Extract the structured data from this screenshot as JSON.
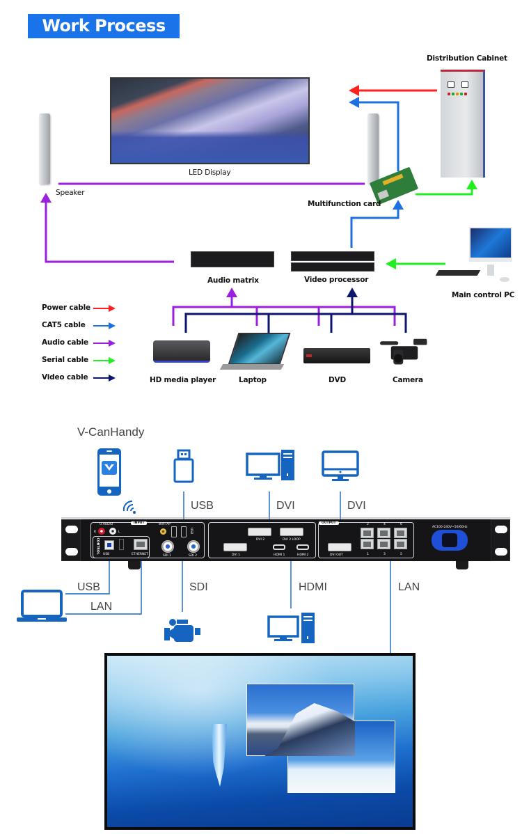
{
  "header": {
    "title": "Work Process"
  },
  "work_process": {
    "nodes": {
      "led_display": "LED Display",
      "speaker": "Speaker",
      "distribution_cabinet": "Distribution Cabinet",
      "multifunction_card": "Multifunction card",
      "audio_matrix": "Audio matrix",
      "video_processor": "Video processor",
      "main_control_pc": "Main control PC",
      "hd_media_player": "HD media player",
      "laptop": "Laptop",
      "dvd": "DVD",
      "camera": "Camera"
    },
    "legend": [
      {
        "label": "Power cable",
        "color": "#ff2020"
      },
      {
        "label": "CAT5 cable",
        "color": "#1e6fe0"
      },
      {
        "label": "Audio cable",
        "color": "#9b1fe0"
      },
      {
        "label": "Serial cable",
        "color": "#22ee22"
      },
      {
        "label": "Video cable",
        "color": "#0c1670"
      }
    ]
  },
  "connection_diagram": {
    "app_label": "V-CanHandy",
    "top_inputs": [
      {
        "icon": "usb-drive-icon",
        "label": "USB"
      },
      {
        "icon": "desktop-pc-icon",
        "label": "DVI"
      },
      {
        "icon": "monitor-icon",
        "label": "DVI"
      }
    ],
    "bottom_connections": [
      {
        "icon": "laptop-icon",
        "labels": [
          "USB",
          "LAN"
        ]
      },
      {
        "icon": "video-camera-icon",
        "label": "SDI"
      },
      {
        "icon": "desktop-pc-icon",
        "label": "HDMI"
      },
      {
        "icon": "led-screen",
        "label": "LAN"
      }
    ],
    "device_panel": {
      "sections": {
        "input": "INPUT",
        "control": "CONTROL",
        "output": "OUTPUT"
      },
      "port_labels": {
        "u_audio": "U AUDIO",
        "audio_r": "R",
        "audio_l": "L",
        "wifi_ap": "WIFI AP",
        "usb_vertical": "USB",
        "usb_control": "USB",
        "ethernet": "ETHERNET",
        "sdi1": "SDI 1",
        "sdi2": "SDI 2",
        "dvi1": "DVI 1",
        "dvi2": "DVI 2",
        "dvi2_loop": "DVI 2 LOOP",
        "hdmi1": "HDMI 1",
        "hdmi2": "HDMI 2",
        "dvi_out": "DVI OUT",
        "lan_top": [
          "2",
          "4",
          "6"
        ],
        "lan_bottom": [
          "1",
          "3",
          "5"
        ],
        "power": "AC100-240V~50/60Hz"
      }
    }
  },
  "colors": {
    "accent_blue": "#1a73e8",
    "diagram_blue": "#1565c0",
    "power": "#ff2020",
    "cat5": "#1e6fe0",
    "audio": "#9b1fe0",
    "serial": "#22ee22",
    "video": "#0c1670"
  }
}
